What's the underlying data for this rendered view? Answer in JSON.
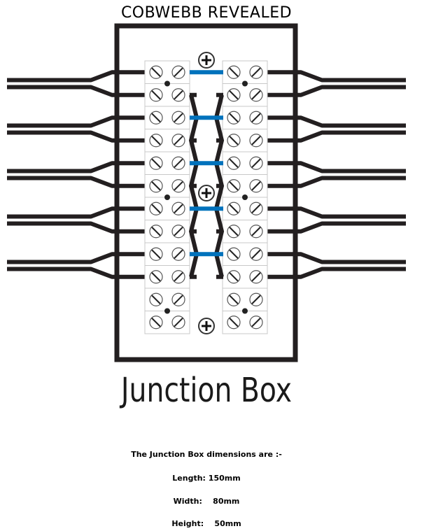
{
  "title": "COBWEBB REVEALED",
  "heading": "Junction Box",
  "dimensions": {
    "intro": "The Junction Box dimensions are :-",
    "length": "Length: 150mm",
    "width": "Width:    80mm",
    "height": "Height:    50mm"
  },
  "colors": {
    "wire": "#231f20",
    "link": "#0072bc",
    "terminal_fill": "#ffffff",
    "terminal_border": "#c8c8c8"
  },
  "icons": [
    "screw-icon",
    "mounting-screw-icon",
    "terminal-hole-icon"
  ]
}
